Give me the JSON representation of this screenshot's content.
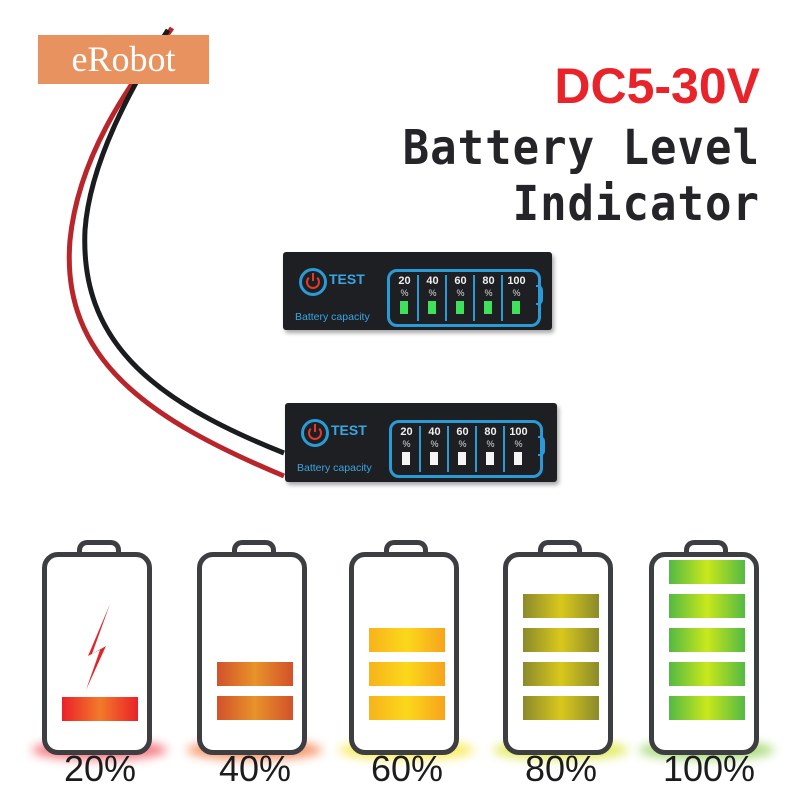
{
  "brand": {
    "name": "eRobot",
    "badge_color": "#e8935f"
  },
  "header": {
    "headline": "DC5-30V",
    "headline_color": "#e8232a",
    "subtitle": "Battery Level Indicator"
  },
  "devices": [
    {
      "state": "lit",
      "test_label": "TEST",
      "caption": "Battery capacity",
      "icon": "power-icon",
      "cells": [
        {
          "value": "20",
          "unit": "%"
        },
        {
          "value": "40",
          "unit": "%"
        },
        {
          "value": "60",
          "unit": "%"
        },
        {
          "value": "80",
          "unit": "%"
        },
        {
          "value": "100",
          "unit": "%"
        }
      ],
      "led_color": "#3fe05a"
    },
    {
      "state": "unlit",
      "test_label": "TEST",
      "caption": "Battery capacity",
      "icon": "power-icon",
      "cells": [
        {
          "value": "20",
          "unit": "%"
        },
        {
          "value": "40",
          "unit": "%"
        },
        {
          "value": "60",
          "unit": "%"
        },
        {
          "value": "80",
          "unit": "%"
        },
        {
          "value": "100",
          "unit": "%"
        }
      ],
      "led_color": "#f4f4f4"
    }
  ],
  "levels": [
    {
      "label": "20%",
      "bars": 1,
      "color": "#ea2128",
      "glow": "#f0404a",
      "icon": "lightning-icon"
    },
    {
      "label": "40%",
      "bars": 2,
      "color": "#d2512a",
      "glow": "#f26a2a"
    },
    {
      "label": "60%",
      "bars": 3,
      "color": "#f7b31b",
      "glow": "#f7e21b"
    },
    {
      "label": "80%",
      "bars": 4,
      "color": "#8b8a2c",
      "glow": "#d8e21b"
    },
    {
      "label": "100%",
      "bars": 5,
      "color": "#54b944",
      "glow": "#88cc44"
    }
  ]
}
